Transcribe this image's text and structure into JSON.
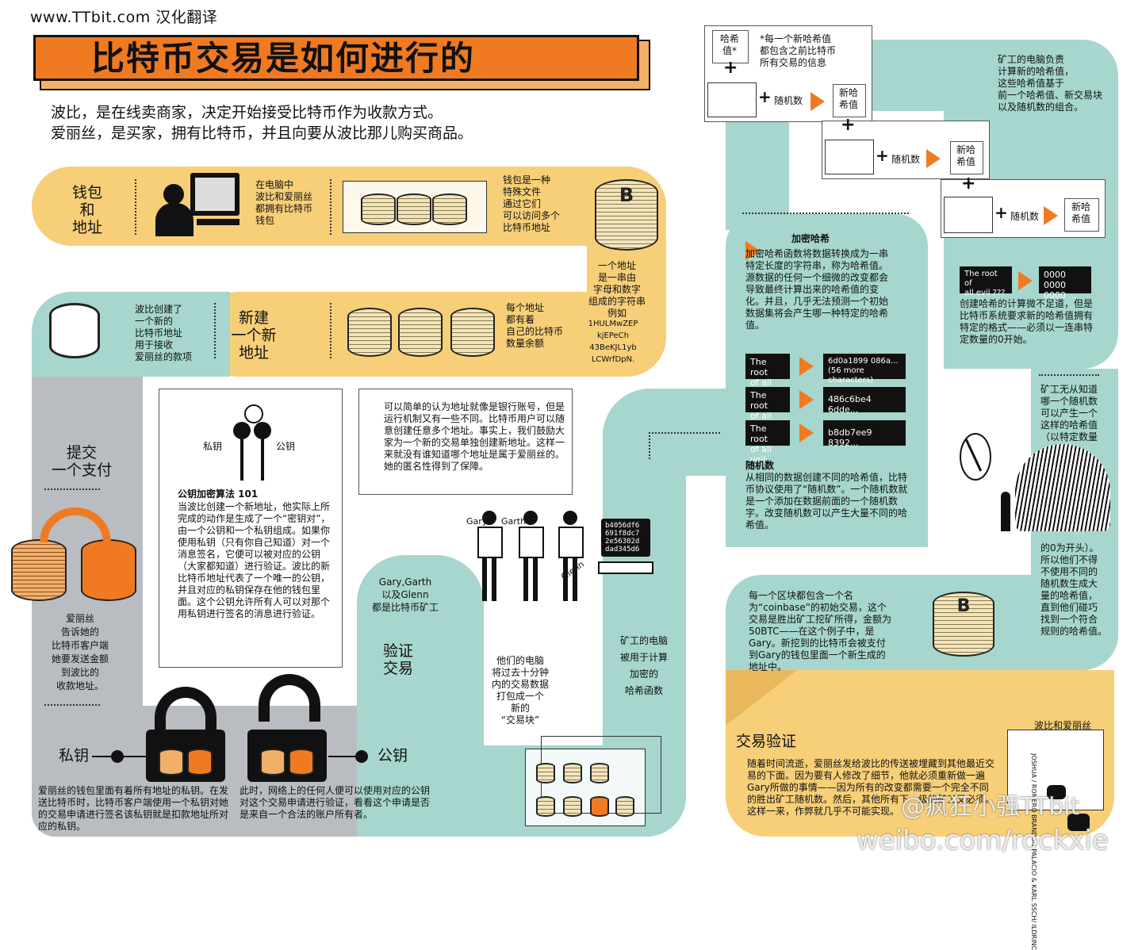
{
  "header": {
    "site": "www.TTbit.com 汉化翻译",
    "title": "比特币交易是如何进行的"
  },
  "intro": {
    "line1": "波比，是在线卖商家，决定开始接受比特币作为收款方式。",
    "line2": "爱丽丝，是买家，拥有比特币，并且向要从波比那儿购买商品。"
  },
  "wallet": {
    "label": "钱包\n和\n地址",
    "computers_text": "在电脑中\n波比和爱丽丝\n都拥有比特币\n钱包",
    "wallet_file_text": "钱包是一种\n特殊文件\n通过它们\n可以访问多个\n比特币地址",
    "address_text": "一个地址\n是一串由\n字母和数字\n组成的字符串\n例如",
    "address_example": "1HULMwZEP\nkjEPeCh\n43BeKJL1yb\nLCWrfDpN.",
    "balance_text": "每个地址\n都有着\n自己的比特币\n数量余额"
  },
  "new_address": {
    "label": "新建\n一个新\n地址",
    "text": "波比创建了\n一个新的\n比特币地址\n用于接收\n爱丽丝的款项"
  },
  "key_box": {
    "private_label": "私钥",
    "public_label": "公钥",
    "title": "公钥加密算法 101",
    "body": "当波比创建一个新地址，他实际上所完成的动作是生成了一个“密钥对”，由一个公钥和一个私钥组成。如果你使用私钥（只有你自己知道）对一个消息签名，它便可以被对应的公钥（大家都知道）进行验证。波比的新比特币地址代表了一个唯一的公钥，并且对应的私钥保存在他的钱包里面。这个公钥允许所有人可以对那个用私钥进行签名的消息进行验证。"
  },
  "bank_box": {
    "body": "可以简单的认为地址就像是银行账号，但是运行机制又有一些不同。比特币用户可以随意创建任意多个地址。事实上，我们鼓励大家为一个新的交易单独创建新地址。这样一来就没有谁知道哪个地址是属于爱丽丝的。她的匿名性得到了保障。"
  },
  "payment": {
    "label": "提交\n一个支付",
    "text": "爱丽丝\n告诉她的\n比特币客户端\n她要发送金额\n到波比的\n收款地址。",
    "private_key": "私钥",
    "public_key": "公钥",
    "private_caption": "爱丽丝的钱包里面有着所有地址的私钥。在发送比特币时，比特币客户端使用一个私钥对她的交易申请进行签名该私钥就是扣款地址所对应的私钥。",
    "public_caption": "此时，网络上的任何人便可以使用对应的公钥对这个交易申请进行验证，看看这个申请是否是来自一个合法的账户所有者。"
  },
  "verify": {
    "label": "验证\n交易",
    "miners_text": "Gary,Garth\n以及Glenn\n都是比特币矿工",
    "miner_names": [
      "Gary",
      "Garth",
      "Glenn"
    ],
    "screen_code": "b4056df6\n691f8dc7\n2e56302d\ndad345d6",
    "block_text": "他们的电脑\n将过去十分钟\n内的交易数据\n打包成一个\n新的\n“交易块”",
    "compute_text": "矿工的电脑\n被用于计算\n加密的\n哈希函数"
  },
  "hash_section": {
    "title": "加密哈希",
    "body": "加密哈希函数将数据转换成为一串特定长度的字符串，称为哈希值。源数据的任何一个细微的改变都会导致最终计算出来的哈希值的变化。并且，几乎无法预测一个初始数据集将会产生哪一种特定的哈希值。",
    "examples": [
      {
        "input_prefix": "The root",
        "input_line2": "of all evil",
        "output": "6d0a1899 086a...\n(56 more characters)"
      },
      {
        "input_prefix": "The root",
        "input_line2": "of all euil",
        "output": "486c6be4 6dde..."
      },
      {
        "input_prefix": "The root",
        "input_line2": "of all veil",
        "output": "b8db7ee9 8392..."
      }
    ],
    "nonce_title": "随机数",
    "nonce_body": "从相同的数据创建不同的哈希值，比特币协议使用了“随机数”。一个随机数就是一个添加在数据前面的一个随机数字。改变随机数可以产生大量不同的哈希值。"
  },
  "chain": {
    "hash_label": "哈希\n值*",
    "footnote": "*每一个新哈希值\n都包含之前比特币\n所有交易的信息",
    "nonce": "随机数",
    "new_hash": "新哈\n希值",
    "miners_compute": "矿工的电脑负责\n计算新的哈希值，\n这些哈希值基于\n前一个哈希值、新交易块\n以及随机数的组合。"
  },
  "format": {
    "input": "The root of\nall evil ???",
    "output": "0000 0000\n0000 ...",
    "text": "创建哈希的计算微不足道，但是比特币系统要求新的哈希值拥有特定的格式——必须以一连串特定数量的0开始。"
  },
  "needle": {
    "text_top": "矿工无从知道\n哪一个随机数\n可以产生一个\n这样的哈希值\n（以特定数量",
    "text_bottom": "的0为开头）。\n所以他们不得\n不使用不同的\n随机数生成大\n量的哈希值，\n直到他们碰巧\n找到一个符合\n规则的哈希值。"
  },
  "coinbase": {
    "text": "每一个区块都包含一个名为“coinbase”的初始交易，这个交易是胜出矿工挖矿所得，金额为50BTC——在这个例子中，是Gary。新挖到的比特币会被支付到Gary的钱包里面一个新生成的地址中。"
  },
  "confirm": {
    "label": "交易验证",
    "owners": "波比和爱丽丝",
    "body": "随着时间流逝，爱丽丝发给波比的传送被埋藏到其他最近交易的下面。因为要有人修改了细节，他就必须重新做一遍Gary所做的事情——因为所有的改变都需要一个完全不同的胜出矿工随机数。然后，其他所有下一级的矿工又必须。这样一来，作弊就几乎不可能实现。"
  },
  "credit": {
    "side": "JOSHUA / ROMERO BRANDON PALACIO & KARL SSCH/ ILDRINC",
    "watermark1": "@疯狂小强TTbit",
    "watermark2": "weibo.com/rockxie"
  },
  "colors": {
    "orange": "#f07a22",
    "yellow": "#f7cf78",
    "teal": "#a6d6cd",
    "grey": "#b9bcc0"
  }
}
